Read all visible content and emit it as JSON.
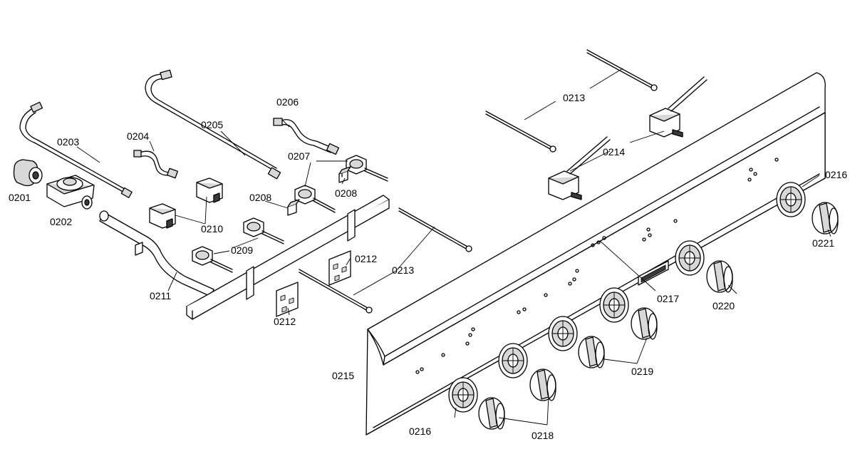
{
  "labels": {
    "p0201": "0201",
    "p0202": "0202",
    "p0203": "0203",
    "p0204": "0204",
    "p0205": "0205",
    "p0206": "0206",
    "p0207": "0207",
    "p0208a": "0208",
    "p0208b": "0208",
    "p0209": "0209",
    "p0210": "0210",
    "p0211": "0211",
    "p0212a": "0212",
    "p0212b": "0212",
    "p0213a": "0213",
    "p0213b": "0213",
    "p0214": "0214",
    "p0215": "0215",
    "p0216a": "0216",
    "p0216b": "0216",
    "p0217": "0217",
    "p0218": "0218",
    "p0219": "0219",
    "p0220": "0220",
    "p0221": "0221"
  }
}
